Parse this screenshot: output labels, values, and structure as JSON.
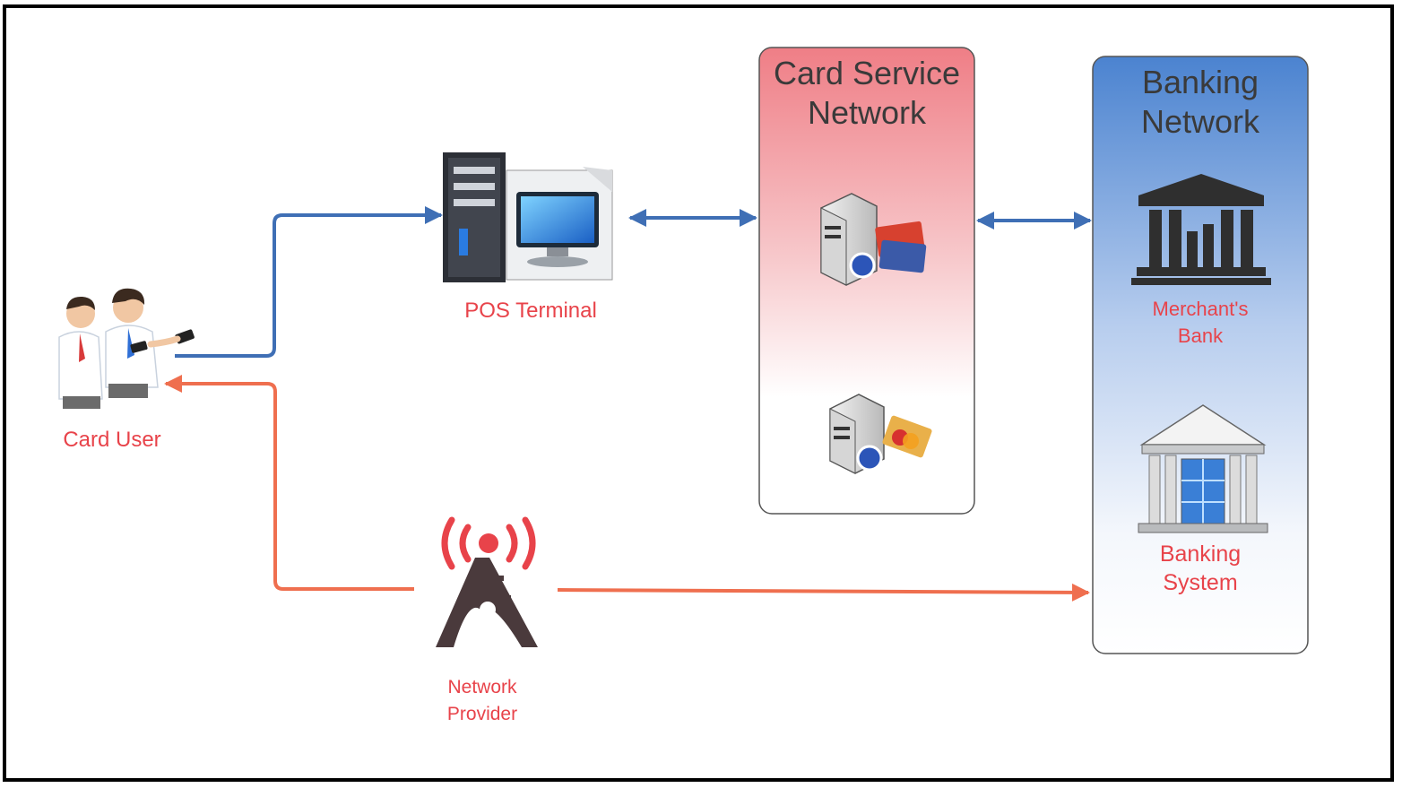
{
  "nodes": {
    "card_user": "Card User",
    "pos_terminal": "POS Terminal",
    "network_provider": "Network\nProvider",
    "merchants_bank": "Merchant's\nBank",
    "banking_system": "Banking\nSystem"
  },
  "panels": {
    "card_service_network": "Card Service\nNetwork",
    "banking_network": "Banking\nNetwork"
  },
  "colors": {
    "blue_arrow": "#3f6fb5",
    "orange_arrow": "#ef6f4f",
    "label_red": "#e8434a",
    "card_panel_top": "#f0848a",
    "bank_panel_top": "#4f86d2"
  }
}
